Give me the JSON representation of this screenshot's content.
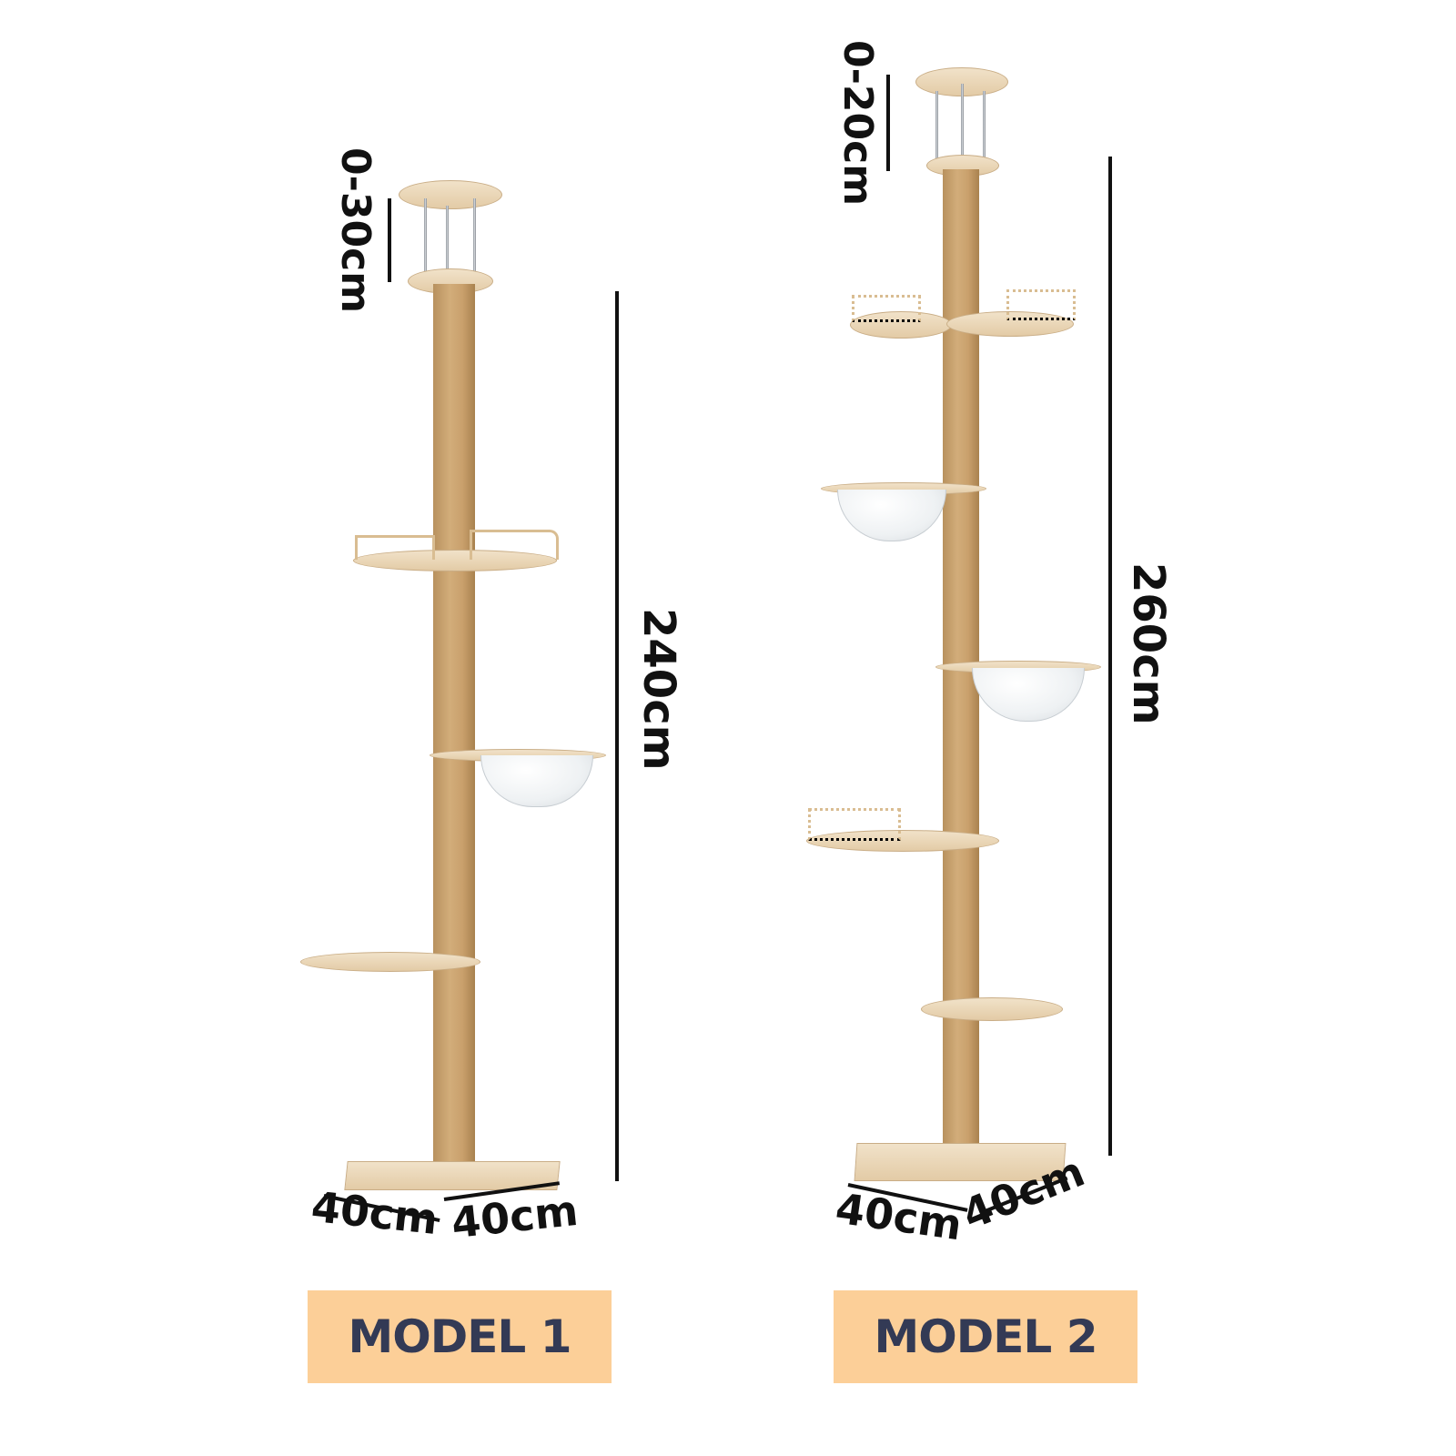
{
  "image": {
    "background": "#ffffff",
    "description": "Floor-to-ceiling cat tree comparison with dimensions"
  },
  "models": [
    {
      "label": "MODEL 1",
      "adjustable_top": "0-30cm",
      "total_height": "240cm",
      "base_width": "40cm",
      "base_depth": "40cm",
      "platforms": [
        "railed-platform",
        "bubble-bowl",
        "round-platform"
      ]
    },
    {
      "label": "MODEL 2",
      "adjustable_top": "0-20cm",
      "total_height": "260cm",
      "base_width": "40cm",
      "base_depth": "40cm",
      "platforms": [
        "railed-double-platform",
        "bubble-bowl",
        "bubble-bowl",
        "railed-platform",
        "cloud-platform"
      ]
    }
  ],
  "colors": {
    "label_box": "#fccf98",
    "label_text": "#333a55",
    "dimension_text": "#111111",
    "sisal": "#c9a06c",
    "wood": "#e8d3b1"
  }
}
